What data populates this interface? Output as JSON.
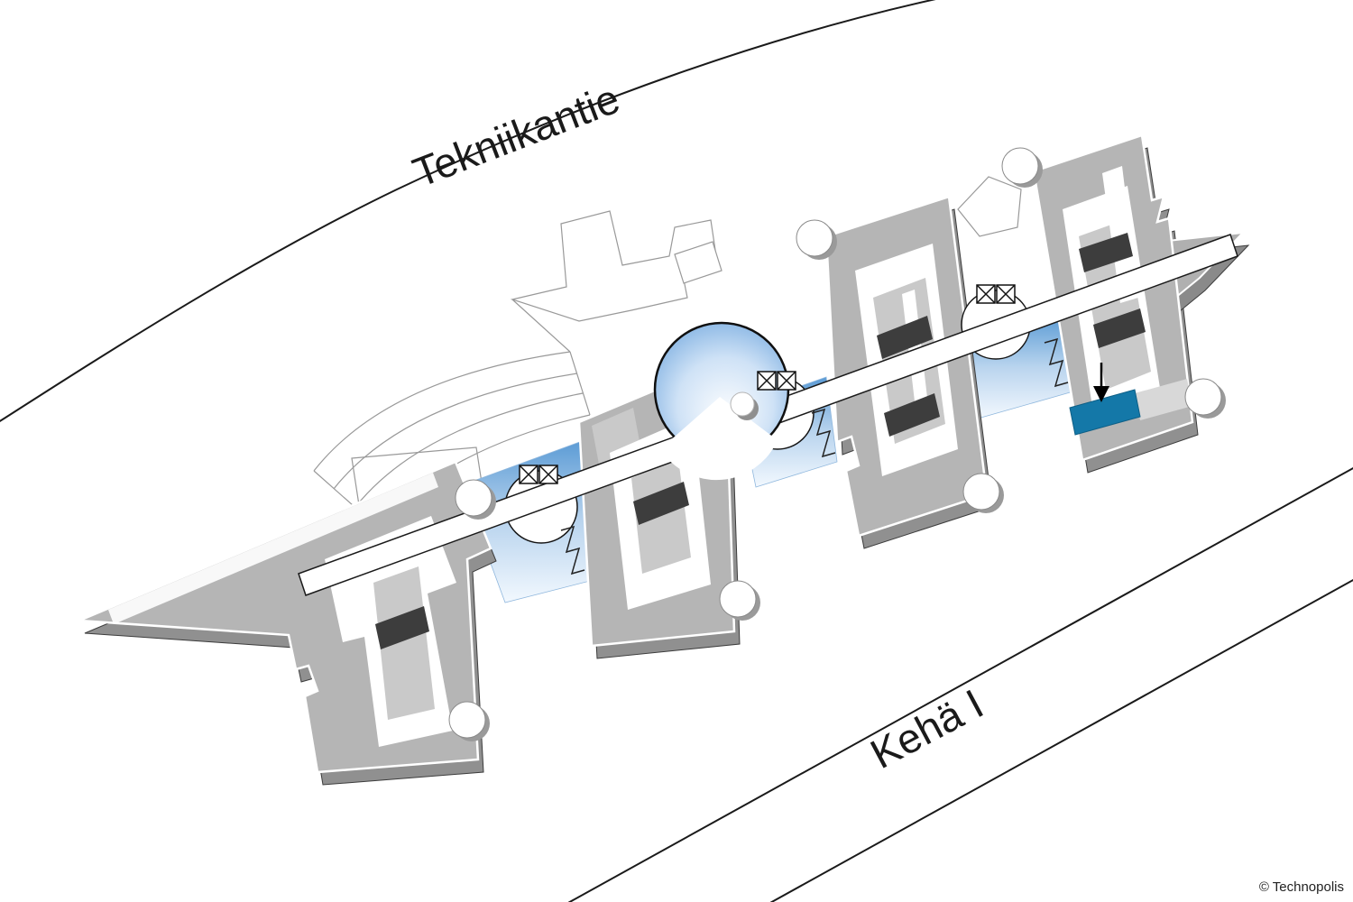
{
  "labels": {
    "street_top": "Tekniikantie",
    "street_bottom": "Kehä I",
    "copyright": "© Technopolis"
  },
  "colors": {
    "highlight": "#1478a8",
    "building_top": "#b5b5b5",
    "building_side": "#909090",
    "room": "#c9c9c9",
    "dark_band": "#3d3d3d",
    "atrium_blue": "#4a8fd4",
    "dome_blue": "#4a8fd4",
    "outline": "#1a1a1a"
  }
}
